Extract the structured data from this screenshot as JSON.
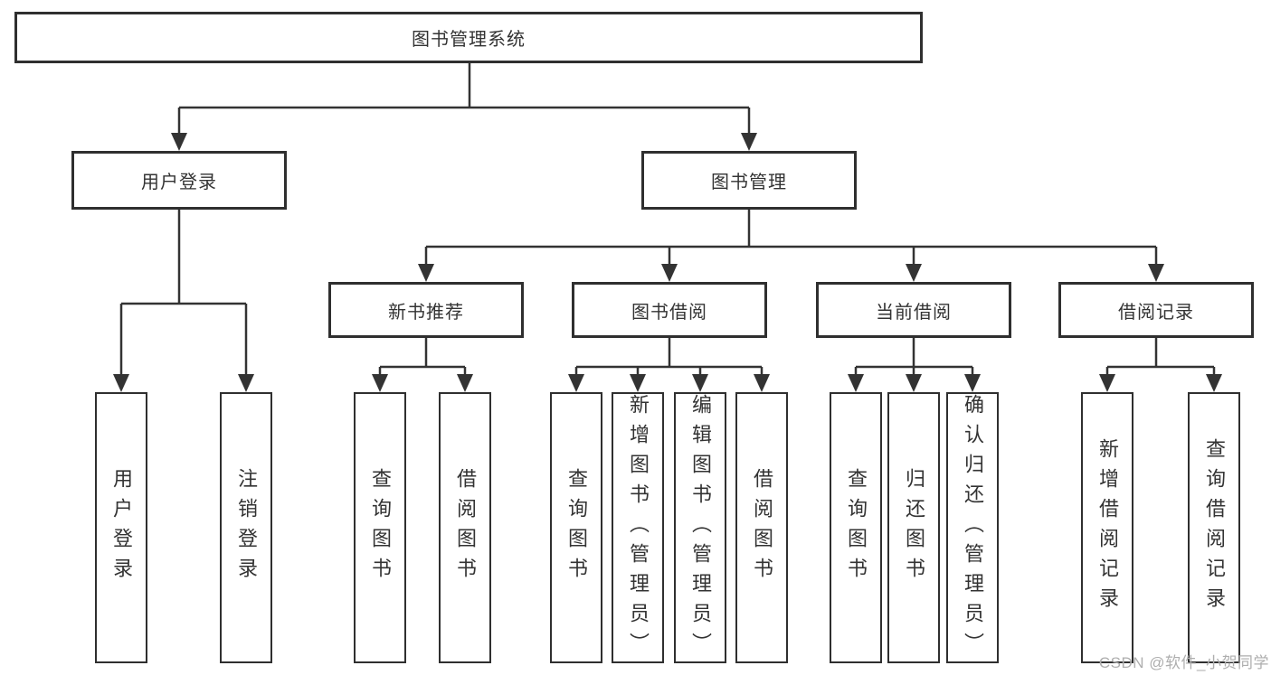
{
  "diagram": {
    "title": "图书管理系统",
    "root": {
      "label": "图书管理系统"
    },
    "level2": [
      {
        "id": "user-login",
        "label": "用户登录"
      },
      {
        "id": "book-management",
        "label": "图书管理"
      }
    ],
    "level3": [
      {
        "id": "new-book-recommend",
        "label": "新书推荐"
      },
      {
        "id": "book-borrow",
        "label": "图书借阅"
      },
      {
        "id": "current-borrow",
        "label": "当前借阅"
      },
      {
        "id": "borrow-records",
        "label": "借阅记录"
      }
    ],
    "leaves": {
      "login": [
        "用户登录",
        "注销登录"
      ],
      "newbook": [
        "查询图书",
        "借阅图书"
      ],
      "borrow": [
        "查询图书",
        "新增图书（管理员）",
        "编辑图书（管理员）",
        "借阅图书"
      ],
      "current": [
        "查询图书",
        "归还图书",
        "确认归还（管理员）"
      ],
      "records": [
        "新增借阅记录",
        "查询借阅记录"
      ]
    }
  },
  "watermark": "CSDN @软件_小贺同学",
  "colors": {
    "line": "#333333",
    "box_border": "#2f2f2f",
    "text": "#333333",
    "watermark": "#aeaeae",
    "background": "#ffffff"
  }
}
